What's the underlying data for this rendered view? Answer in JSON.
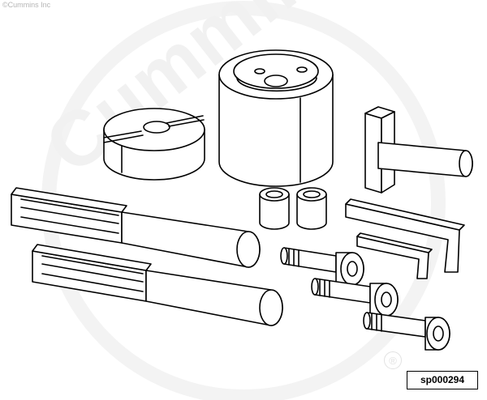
{
  "copyright": "©Cummins Inc",
  "watermark": "Cummins",
  "registered_mark": "®",
  "part_number": "sp000294",
  "colors": {
    "line": "#000000",
    "fill": "#ffffff",
    "watermark": "#f1f1f1"
  }
}
